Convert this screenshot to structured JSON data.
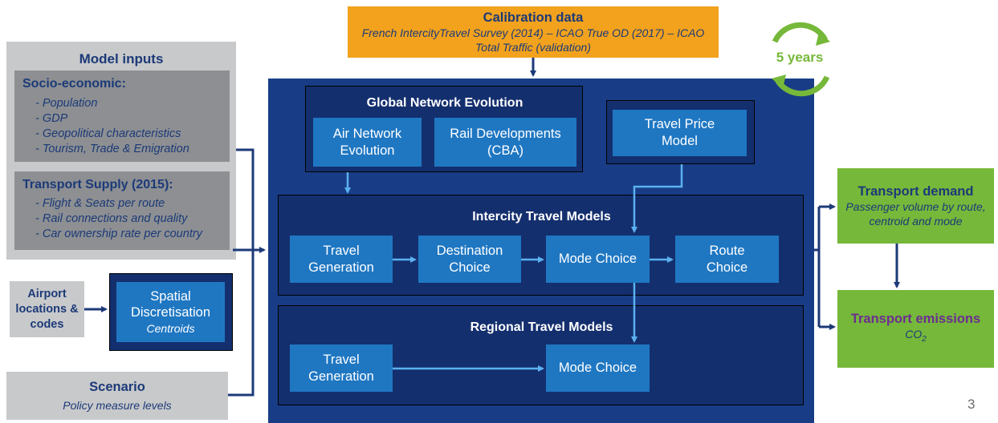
{
  "calibration": {
    "title": "Calibration data",
    "text": "French IntercityTravel Survey (2014) – ICAO True OD (2017) – ICAO Total Traffic (validation)"
  },
  "cycle": {
    "label": "5 years",
    "color": "#76b83a"
  },
  "model_inputs": {
    "title": "Model inputs",
    "socio": {
      "heading": "Socio-economic:",
      "items": [
        "- Population",
        "- GDP",
        "- Geopolitical characteristics",
        "- Tourism, Trade & Emigration"
      ]
    },
    "supply": {
      "heading": "Transport Supply (2015):",
      "items": [
        "- Flight & Seats per route",
        "- Rail connections and quality",
        "- Car ownership rate per country"
      ]
    }
  },
  "airport": {
    "line1": "Airport",
    "line2": "locations &",
    "line3": "codes"
  },
  "spatial": {
    "line1": "Spatial",
    "line2": "Discretisation",
    "sub": "Centroids"
  },
  "scenario": {
    "title": "Scenario",
    "sub": "Policy measure levels"
  },
  "global_network": {
    "title": "Global Network Evolution",
    "air": {
      "line1": "Air Network",
      "line2": "Evolution"
    },
    "rail": {
      "line1": "Rail Developments",
      "line2": "(CBA)"
    }
  },
  "travel_price": {
    "line1": "Travel Price",
    "line2": "Model"
  },
  "intercity": {
    "title": "Intercity Travel Models",
    "generation": {
      "line1": "Travel",
      "line2": "Generation"
    },
    "destination": {
      "line1": "Destination",
      "line2": "Choice"
    },
    "mode": "Mode Choice",
    "route": {
      "line1": "Route",
      "line2": "Choice"
    }
  },
  "regional": {
    "title": "Regional Travel Models",
    "generation": {
      "line1": "Travel",
      "line2": "Generation"
    },
    "mode": "Mode Choice"
  },
  "outputs": {
    "demand": {
      "title": "Transport demand",
      "sub": "Passenger volume by route, centroid and mode"
    },
    "emissions": {
      "title": "Transport emissions",
      "sub_main": "CO",
      "sub_script": "2"
    }
  },
  "page_number": "3",
  "colors": {
    "navy": "#183d86",
    "dark_navy": "#142f6e",
    "box_blue": "#1f77c2",
    "arrow_light": "#5bb1f0",
    "orange": "#f2a21d",
    "green": "#76b83a",
    "grey": "#c8c9cb",
    "dark_grey": "#8d8f92",
    "text_navy": "#1c3a78",
    "emissions_purple": "#6c2d91"
  }
}
